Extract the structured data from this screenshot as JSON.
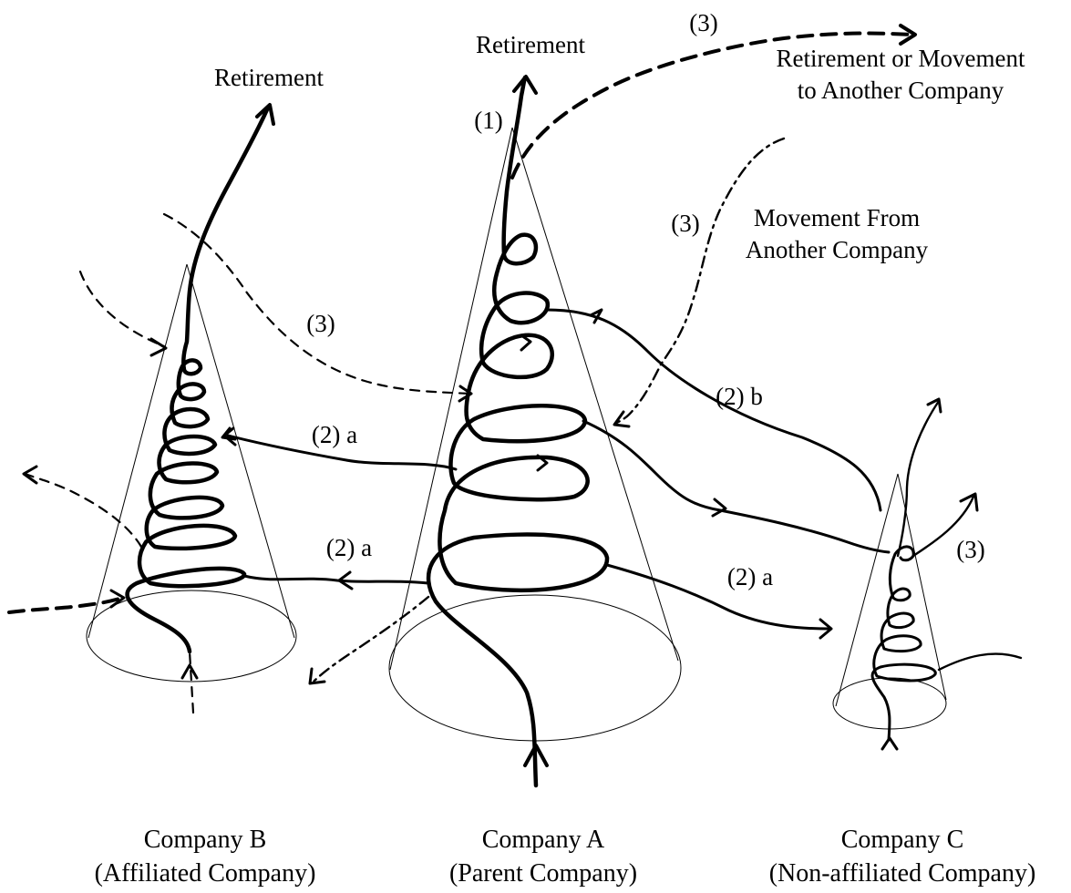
{
  "labels": {
    "retirement_left": "Retirement",
    "retirement_center": "Retirement",
    "retire_or_move_line1": "Retirement or Movement",
    "retire_or_move_line2": "to Another Company",
    "movement_from_line1": "Movement From",
    "movement_from_line2": "Another Company",
    "tag_1": "(1)",
    "tag_3_top": "(3)",
    "tag_3_right": "(3)",
    "tag_3_mid": "(3)",
    "tag_3_c": "(3)",
    "tag_2a_upper": "(2) a",
    "tag_2a_lower": "(2) a",
    "tag_2a_right": "(2) a",
    "tag_2b": "(2) b"
  },
  "companies": {
    "b_name": "Company B",
    "b_type": "(Affiliated Company)",
    "a_name": "Company A",
    "a_type": "(Parent Company)",
    "c_name": "Company C",
    "c_type": "(Non-affiliated Company)"
  }
}
